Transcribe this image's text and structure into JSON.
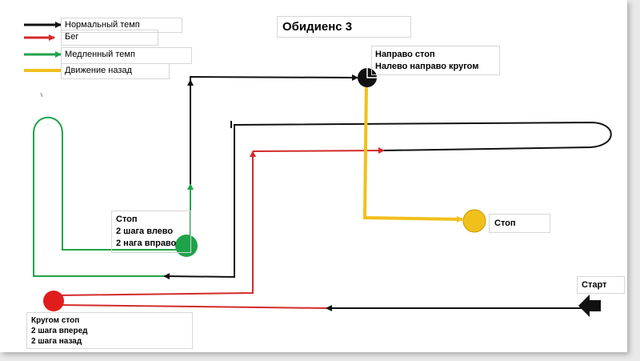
{
  "title": "Обидиенс 3",
  "legend": [
    {
      "label": "Нормальный темп",
      "color": "#111111"
    },
    {
      "label": "Бег",
      "color": "#d42a2a"
    },
    {
      "label": "Медленный темп",
      "color": "#1fa34a"
    },
    {
      "label": "Движение назад",
      "color": "#f2c01b"
    }
  ],
  "stations": {
    "start": {
      "lines": [
        "Старт"
      ]
    },
    "right_halt": {
      "lines": [
        "Направо стоп",
        "Налево направо кругом"
      ],
      "color": "#111111"
    },
    "final_halt": {
      "lines": [
        "Стоп"
      ],
      "color": "#f2c01b"
    },
    "side_steps": {
      "lines": [
        "Стоп",
        "2 шага влево",
        "2 нага вправо"
      ],
      "color": "#1fa34a"
    },
    "about_turn": {
      "lines": [
        "Кругом стоп",
        "2 шага вперед",
        "2 шага назад"
      ],
      "color": "#e01d1d"
    }
  }
}
